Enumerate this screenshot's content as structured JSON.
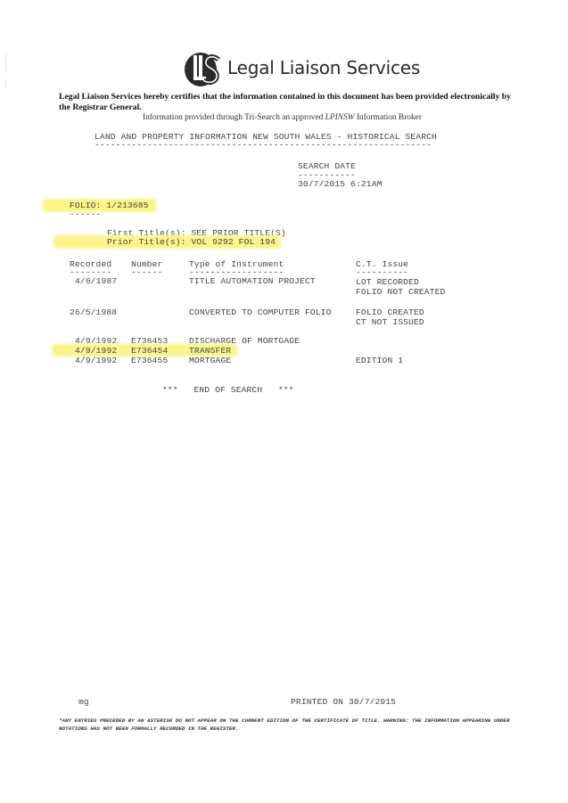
{
  "header": {
    "logo_icon": "lls-circle-logo",
    "brand_name": "Legal Liaison Services",
    "certification": "Legal Liaison Services hereby certifies that the information contained in this document has been provided electronically by the Registrar General.",
    "info_line_prefix": "Information provided through Tri-Search an approved ",
    "info_line_brand": "LPINSW",
    "info_line_suffix": " Information Broker"
  },
  "search": {
    "heading": "LAND AND PROPERTY INFORMATION NEW SOUTH WALES - HISTORICAL SEARCH",
    "heading_rule": "----------------------------------------------------------------",
    "date_label": "SEARCH DATE",
    "date_rule": "-----------",
    "date_value": "30/7/2015 6:21AM"
  },
  "folio": {
    "label": "FOLIO: 1/213685",
    "rule": "------",
    "first_title": "First Title(s): SEE PRIOR TITLE(S)",
    "prior_title": "Prior Title(s): VOL 9292 FOL 194"
  },
  "table": {
    "headers": [
      "Recorded",
      "Number",
      "Type of Instrument",
      "C.T. Issue"
    ],
    "rules": [
      "--------",
      "------",
      "------------------",
      "----------"
    ],
    "rows": [
      {
        "recorded": "4/6/1987",
        "number": "",
        "type": "TITLE AUTOMATION PROJECT",
        "ct_issue": [
          "LOT RECORDED",
          "FOLIO NOT CREATED"
        ],
        "highlighted": false
      },
      {
        "recorded": "26/5/1988",
        "number": "",
        "type": "CONVERTED TO COMPUTER FOLIO",
        "ct_issue": [
          "FOLIO CREATED",
          "CT NOT ISSUED"
        ],
        "highlighted": false
      },
      {
        "recorded": "4/9/1992",
        "number": "E736453",
        "type": "DISCHARGE OF MORTGAGE",
        "ct_issue": [],
        "highlighted": false
      },
      {
        "recorded": "4/9/1992",
        "number": "E736454",
        "type": "TRANSFER",
        "ct_issue": [],
        "highlighted": true
      },
      {
        "recorded": "4/9/1992",
        "number": "E736455",
        "type": "MORTGAGE",
        "ct_issue": [
          "EDITION 1"
        ],
        "highlighted": false
      }
    ]
  },
  "end_marker": "***   END OF SEARCH   ***",
  "footer": {
    "initials": "mg",
    "printed_on": "PRINTED ON 30/7/2015",
    "footnote": "*ANY ENTRIES PRECEDED BY AN ASTERISK DO NOT APPEAR ON THE CURRENT EDITION OF THE CERTIFICATE OF TITLE. WARNING: THE INFORMATION APPEARING UNDER NOTATIONS HAS NOT BEEN FORMALLY RECORDED IN THE REGISTER."
  },
  "colors": {
    "highlight": "#fbf48a",
    "text": "#444444"
  }
}
